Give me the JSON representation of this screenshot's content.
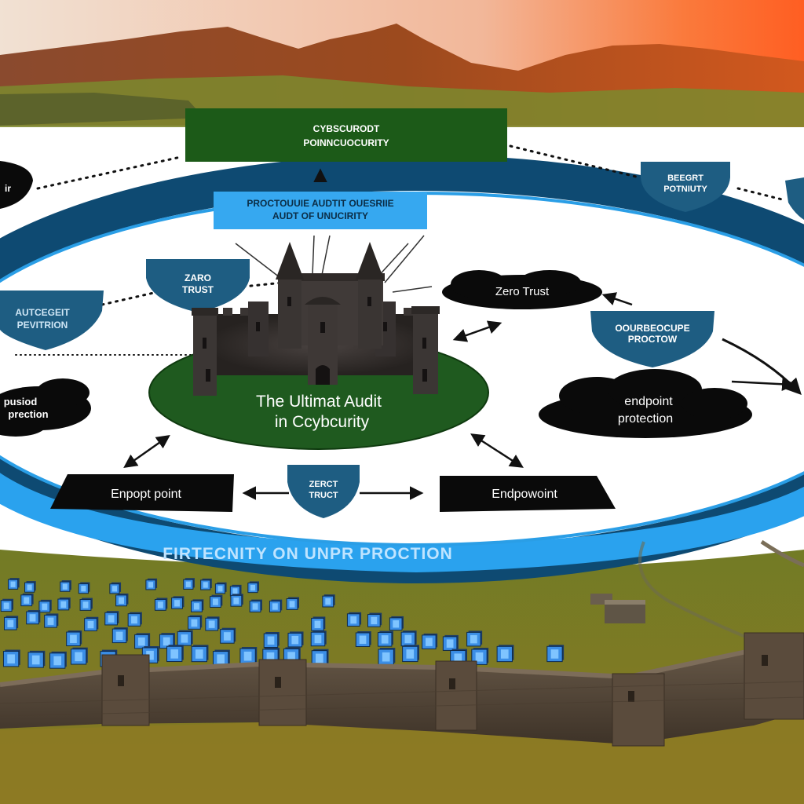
{
  "colors": {
    "sky_top": "#f4d7c4",
    "sky_mid": "#f0a070",
    "sunset": "#ff6a2a",
    "grass": "#7e8a2c",
    "grass_dark": "#5e6b22",
    "ring_navy": "#0e4a72",
    "ring_blue": "#2aa2ee",
    "green_ellipse": "#1f5a1f",
    "green_box": "#1c5a18",
    "shield": "#1e5d82",
    "box_black": "#0a0a0a",
    "label_blue": "#36a8f0",
    "castle": "#3a3533",
    "wall": "#5a4b3c",
    "server_blue": "#3b8ee6"
  },
  "diagram": {
    "top_box": {
      "line1": "CYBSCURODT",
      "line2": "POINNCUOCURITY"
    },
    "blue_label": {
      "line1": "PROCTOUUIE AUDTIT OUESRIIE",
      "line2": "AUDT OF UNUCIRITY"
    },
    "center": {
      "line1": "The Ultimat Audit",
      "line2": "in Ccybcurity"
    },
    "shields": {
      "top_right": {
        "line1": "BEEGRT",
        "line2": "POTNIUTY"
      },
      "zero_trust_left": {
        "line1": "ZARO",
        "line2": "TRUST"
      },
      "left": {
        "line1": "AUTCEGEIT",
        "line2": "PEVITRION"
      },
      "right": {
        "line1": "OOURBEOCUPE",
        "line2": "PROCTOW"
      },
      "bottom": {
        "line1": "ZERCT",
        "line2": "TRUCT"
      }
    },
    "clouds": {
      "zero_trust": "Zero Trust",
      "endpoint": {
        "line1": "endpoint",
        "line2": "protection"
      },
      "left": {
        "line1": "pusiod",
        "line2": "prection"
      },
      "left_edge": "ir"
    },
    "black_boxes": {
      "left": "Enpopt point",
      "right": "Endpowoint"
    },
    "ring_text": "FIRTECNITY ON UNPR PROCTION"
  }
}
